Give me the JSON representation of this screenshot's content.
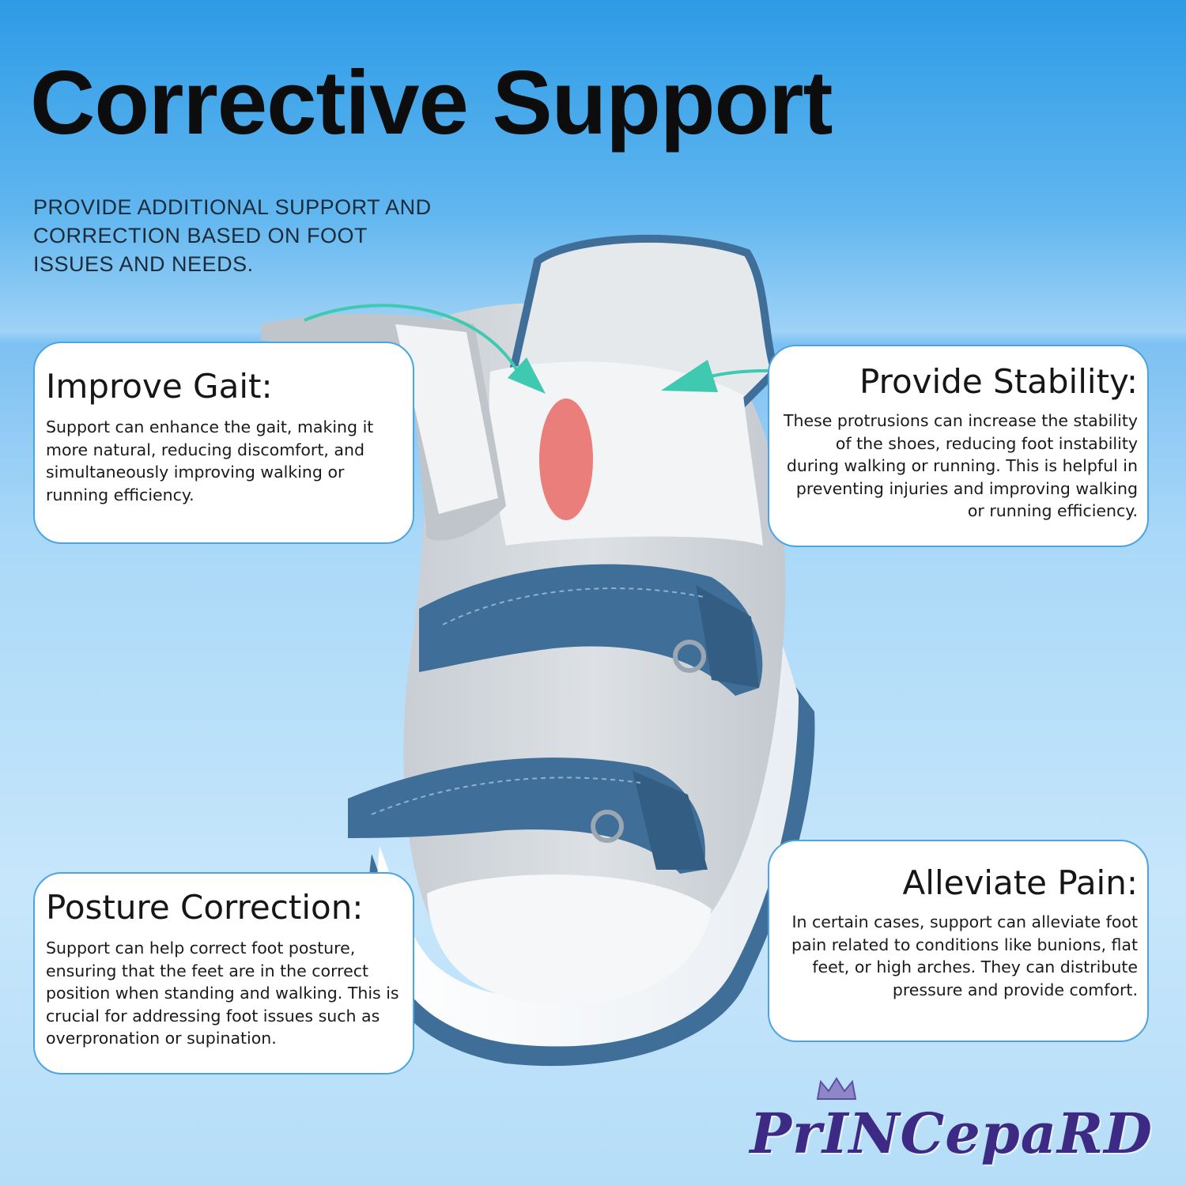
{
  "title": "Corrective Support",
  "subtitle": "PROVIDE ADDITIONAL SUPPORT AND CORRECTION BASED ON FOOT ISSUES AND NEEDS.",
  "cards": {
    "improve_gait": {
      "heading": "Improve Gait:",
      "body": "Support can enhance the gait, making it more natural, reducing discomfort, and simultaneously improving walking or running efficiency."
    },
    "provide_stability": {
      "heading": "Provide Stability:",
      "body": "These protrusions can increase the stability of the shoes, reducing foot instability during walking or running. This is helpful in preventing injuries and improving walking or running efficiency."
    },
    "posture_correction": {
      "heading": "Posture Correction:",
      "body": "Support can help correct foot posture, ensuring that the feet are in the correct position when standing and walking. This is crucial for addressing foot issues such as overpronation or supination."
    },
    "alleviate_pain": {
      "heading": "Alleviate Pain:",
      "body": "In certain cases, support can alleviate foot pain related to conditions like bunions, flat feet, or high arches. They can distribute pressure and provide comfort."
    }
  },
  "brand": "PrINCepaRD",
  "colors": {
    "accent_arrow": "#3ec9b0",
    "highlight_spot": "#e8736f",
    "strap_blue": "#3f6f98",
    "card_border": "#4aa5e2"
  }
}
